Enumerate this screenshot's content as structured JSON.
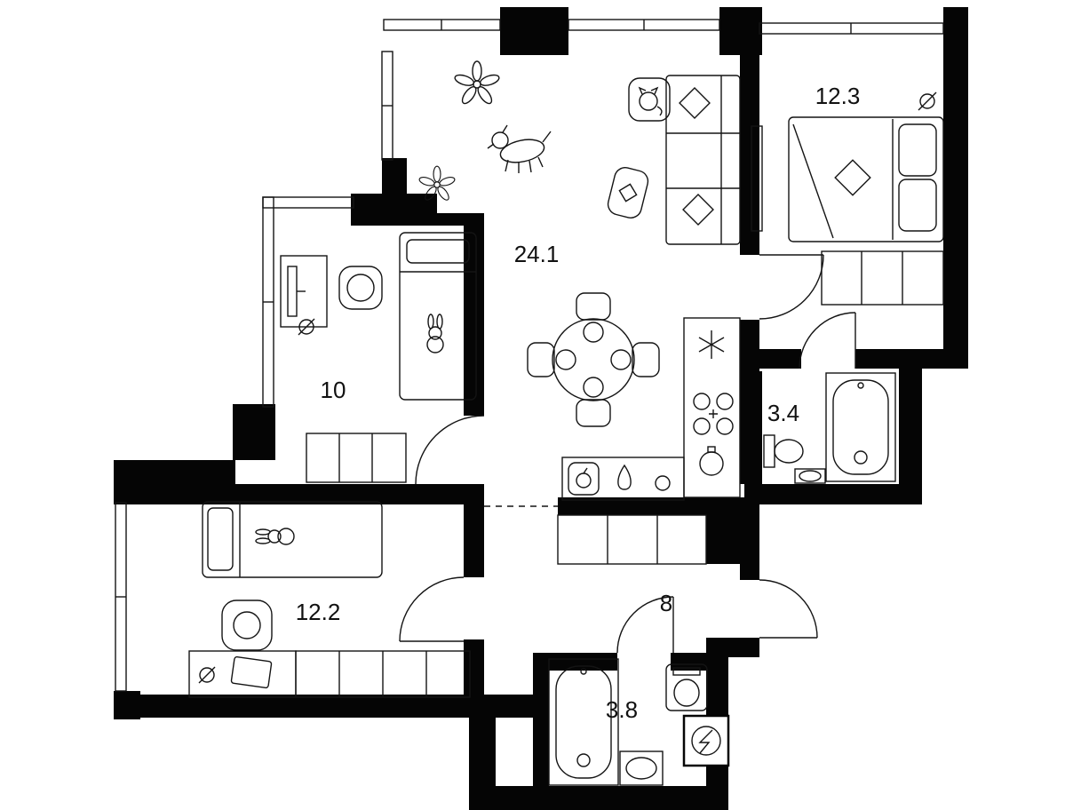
{
  "floorplan": {
    "type": "apartment-floor-plan",
    "units": "m2",
    "rooms": [
      {
        "name": "living-kitchen",
        "area_label": "24.1"
      },
      {
        "name": "bedroom",
        "area_label": "12.3"
      },
      {
        "name": "kids-room",
        "area_label": "10"
      },
      {
        "name": "bathroom",
        "area_label": "3.4"
      },
      {
        "name": "kids-room-2",
        "area_label": "12.2"
      },
      {
        "name": "hallway",
        "area_label": "8"
      },
      {
        "name": "bathroom-2",
        "area_label": "3.8"
      }
    ],
    "furniture": {
      "living-kitchen": [
        "corner-sofa",
        "pillows",
        "cat-on-side-table",
        "dog",
        "plants",
        "dining-table-4-chairs",
        "kitchen-counter",
        "fridge",
        "cooktop",
        "kitchen-sink"
      ],
      "bedroom": [
        "double-bed",
        "pillows",
        "wardrobe",
        "radiator",
        "socket"
      ],
      "kids-room": [
        "desk-with-monitor",
        "chair",
        "single-bed",
        "bunny-toy",
        "wardrobe",
        "socket"
      ],
      "bathroom": [
        "bathtub",
        "toilet",
        "sink"
      ],
      "kids-room-2": [
        "single-bed",
        "bunny-toy",
        "chair",
        "desk-with-laptop",
        "wardrobe",
        "socket"
      ],
      "hallway": [
        "cabinet",
        "entrance-door"
      ],
      "bathroom-2": [
        "bathtub",
        "sink",
        "toilet",
        "electrical-panel"
      ]
    },
    "colors": {
      "wall": "#050505",
      "line": "#141414",
      "background": "#ffffff"
    }
  }
}
